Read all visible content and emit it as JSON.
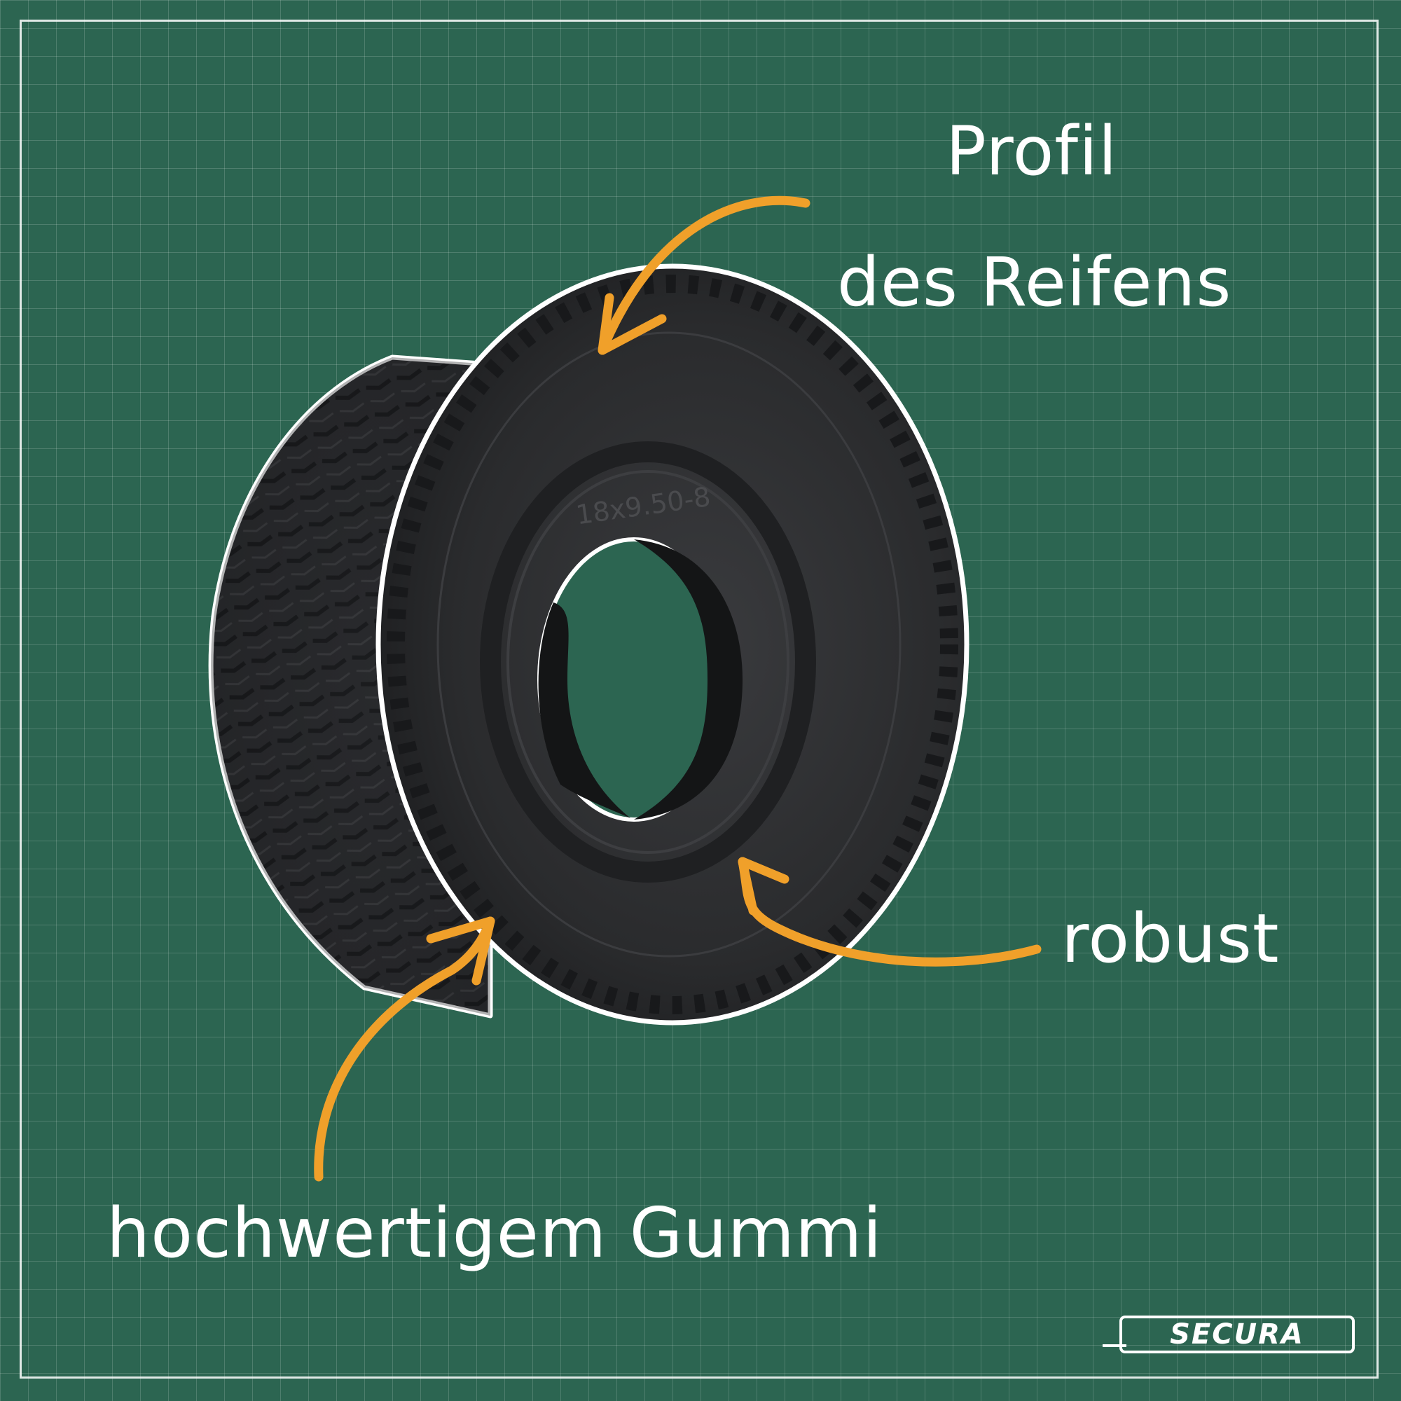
{
  "labels": {
    "profil_line1": "Profil",
    "profil_line2": "des Reifens",
    "robust": "robust",
    "gummi": "hochwertigem Gummi"
  },
  "logo": {
    "text": "SECURA"
  },
  "tire_sidewall_text": "18x9.50-8",
  "colors": {
    "background": "#2c6551",
    "grid": "#ffffff",
    "arrow": "#f0a02a",
    "tire": "#2a2b2d",
    "text": "#ffffff"
  }
}
